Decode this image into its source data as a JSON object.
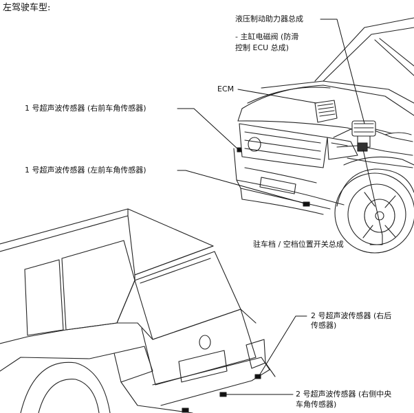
{
  "title": "左驾驶车型:",
  "labels": {
    "hydraulic_booster": "液压制动助力器总成",
    "master_cyl_line1": "- 主缸电磁阀 (防滑",
    "master_cyl_line2": "控制 ECU 总成)",
    "ecm": "ECM",
    "sensor_front_right": "1 号超声波传感器 (右前车角传感器)",
    "sensor_front_left": "1 号超声波传感器 (左前车角传感器)",
    "parking_switch": "驻车档 / 空档位置开关总成",
    "sensor_rear_right_line1": "2 号超声波传感器 (右后",
    "sensor_rear_right_line2": "传感器)",
    "sensor_rear_center_line1": "2 号超声波传感器 (右侧中央",
    "sensor_rear_center_line2": "车角传感器)"
  }
}
